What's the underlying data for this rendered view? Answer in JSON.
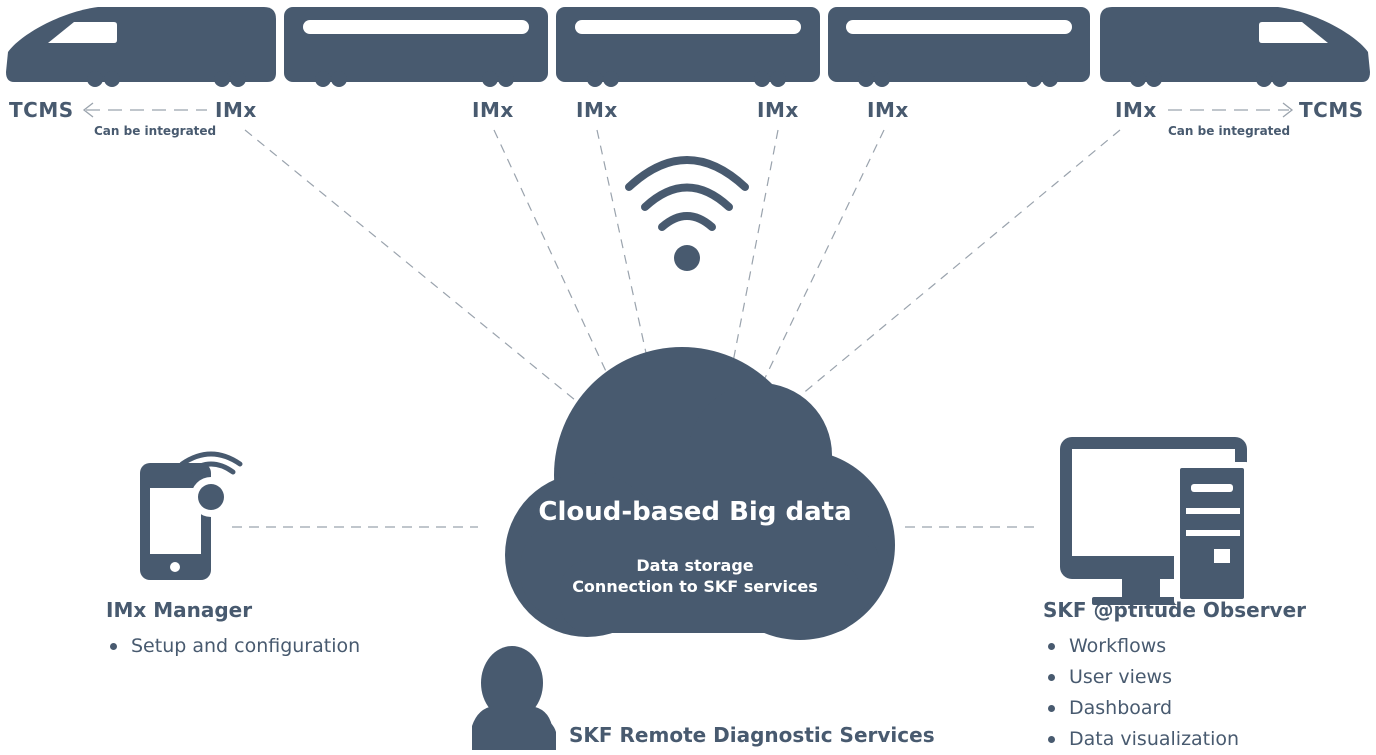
{
  "train": {
    "imx_label": "IMx",
    "tcms_label": "TCMS",
    "integration_note": "Can be integrated"
  },
  "cloud": {
    "title": "Cloud-based Big data",
    "lines": [
      "Data storage",
      "Connection to SKF services"
    ]
  },
  "imx_manager": {
    "title": "IMx Manager",
    "items": [
      "Setup and configuration"
    ]
  },
  "observer": {
    "title": "SKF @ptitude Observer",
    "items": [
      "Workflows",
      "User views",
      "Dashboard",
      "Data visualization"
    ]
  },
  "remote": {
    "title": "SKF Remote Diagnostic Services"
  },
  "colors": {
    "primary": "#485a6f",
    "dashed_line": "#9aa3ad",
    "background": "#ffffff"
  }
}
